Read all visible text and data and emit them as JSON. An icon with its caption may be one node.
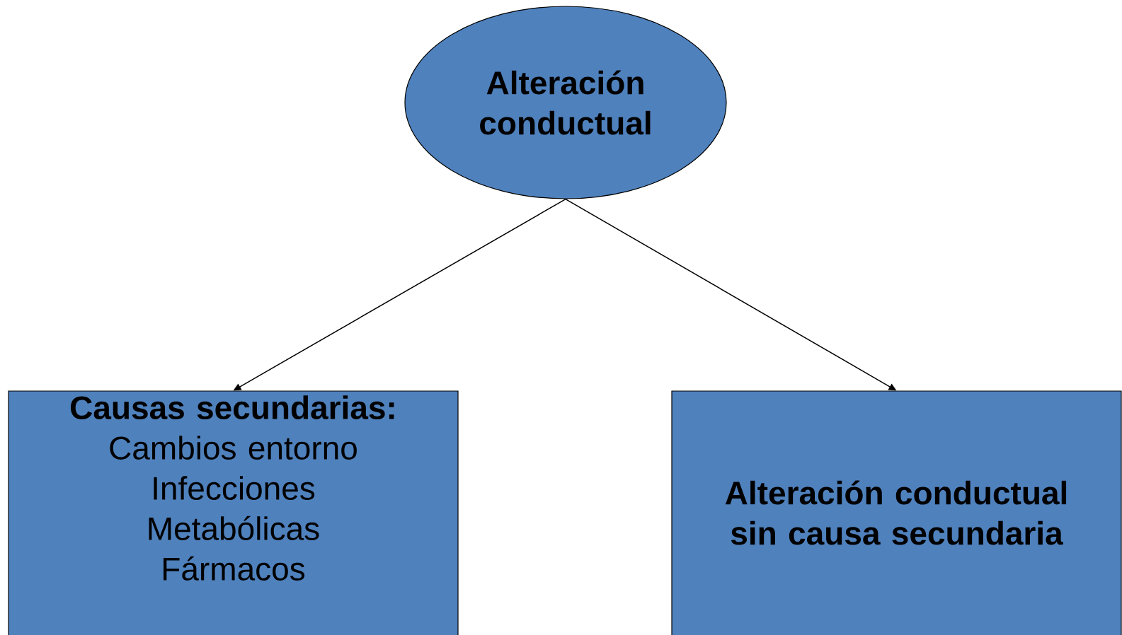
{
  "diagram": {
    "nodes": [
      {
        "text": [
          "Alteración conductual"
        ]
      },
      {
        "text": [
          "Causas secundarias:",
          "Cambios entorno",
          "Infecciones",
          "Metabólicas",
          "Fármacos"
        ]
      },
      {
        "text": [
          "Alteración conductual sin causa secundaria"
        ]
      }
    ],
    "edges": [
      {
        "from": 0,
        "to": 1,
        "arrow": "to"
      },
      {
        "from": 0,
        "to": 2,
        "arrow": "to"
      }
    ]
  }
}
